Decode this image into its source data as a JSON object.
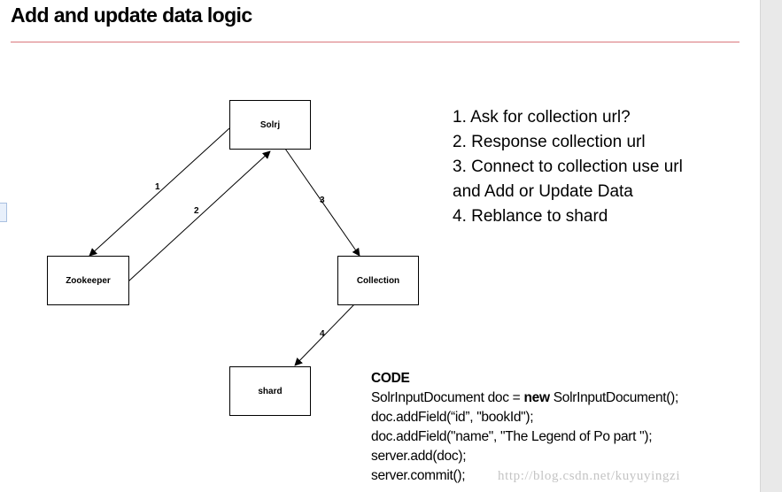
{
  "title": "Add and update data logic",
  "nodes": {
    "solrj": "Solrj",
    "zookeeper": "Zookeeper",
    "collection": "Collection",
    "shard": "shard"
  },
  "edges": [
    {
      "label": "1",
      "from": "Solrj",
      "to": "Zookeeper"
    },
    {
      "label": "2",
      "from": "Zookeeper",
      "to": "Solrj"
    },
    {
      "label": "3",
      "from": "Solrj",
      "to": "Collection"
    },
    {
      "label": "4",
      "from": "Collection",
      "to": "shard"
    }
  ],
  "steps": [
    "1. Ask for collection url?",
    "2. Response collection url",
    "3. Connect to collection use url",
    "and Add or Update Data",
    "4. Reblance to shard"
  ],
  "code": {
    "heading": "CODE",
    "line1_pre": "SolrInputDocument doc = ",
    "line1_keyword": "new",
    "line1_post": " SolrInputDocument();",
    "line2": "doc.addField(“id”, \"bookId\");",
    "line3": "doc.addField(\"name\", \"The Legend of Po part \");",
    "line4": "server.add(doc);",
    "line5": "server.commit();"
  },
  "watermark": "http://blog.csdn.net/kuyuyingzi"
}
